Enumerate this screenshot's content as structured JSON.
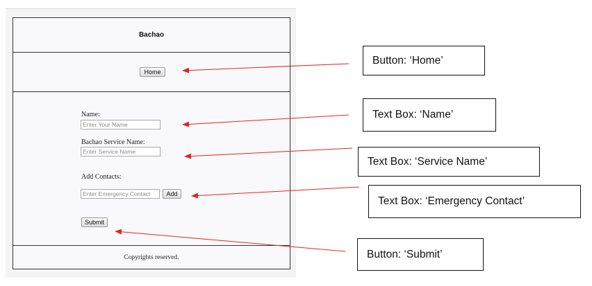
{
  "app": {
    "title": "Bachao",
    "home_label": "Home",
    "name_label": "Name:",
    "name_placeholder": "Enter Your Name",
    "service_label": "Bachao Service Name:",
    "service_placeholder": "Enter Service Name",
    "contacts_label": "Add Contacts:",
    "contact_placeholder": "Enter Emergency Contact",
    "add_label": "Add",
    "submit_label": "Submit",
    "footer": "Copyrights reserved."
  },
  "callouts": {
    "home": "Button: ‘Home’",
    "name": "Text Box: ‘Name’",
    "service": "Text Box: ‘Service Name’",
    "contact": "Text Box: ‘Emergency Contact’",
    "submit": "Button: ‘Submit’"
  },
  "colors": {
    "arrow": "#e8231c",
    "frame_border": "#333333",
    "callout_border": "#111111"
  }
}
